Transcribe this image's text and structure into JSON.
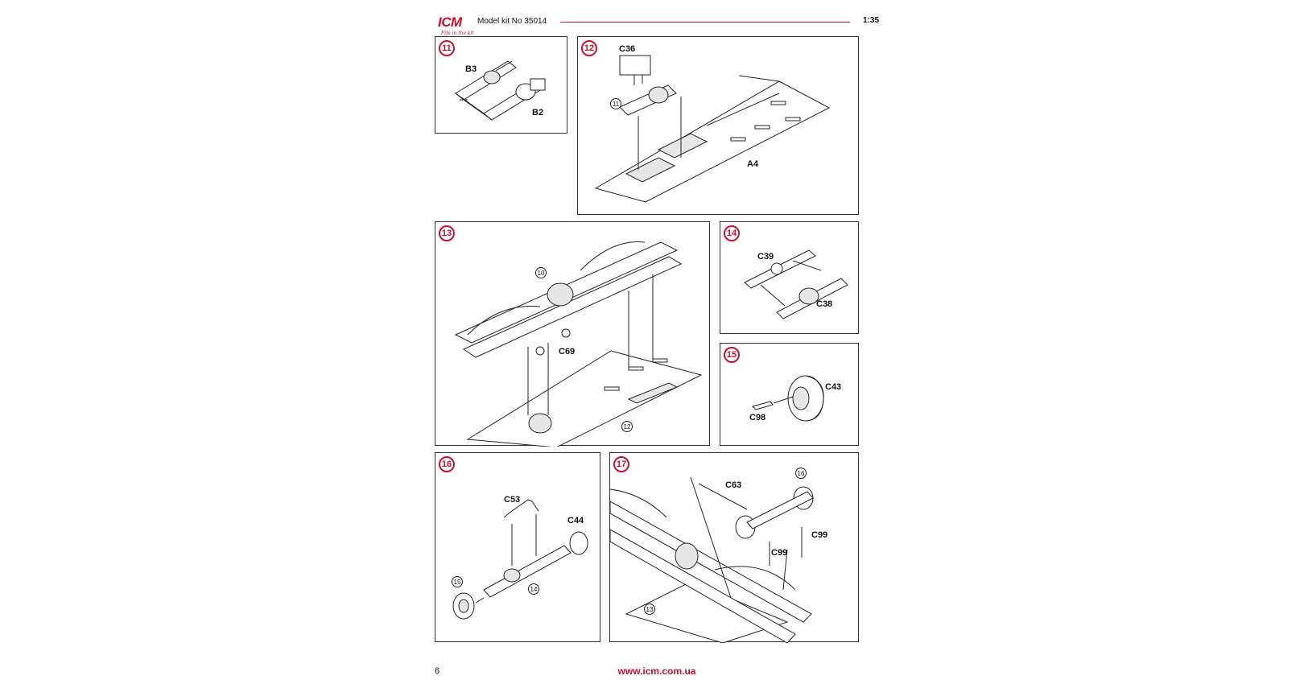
{
  "header": {
    "logo_text": "ICM",
    "logo_tagline": "Fits in the kit",
    "kit_label": "Model kit No 35014",
    "scale": "1:35"
  },
  "steps": [
    {
      "number": "11",
      "parts": [
        "B3",
        "B2"
      ]
    },
    {
      "number": "12",
      "parts": [
        "C36",
        "A4"
      ],
      "refs": [
        "11"
      ]
    },
    {
      "number": "13",
      "parts": [
        "C69"
      ],
      "refs": [
        "10",
        "12"
      ]
    },
    {
      "number": "14",
      "parts": [
        "C39",
        "C38"
      ]
    },
    {
      "number": "15",
      "parts": [
        "C43",
        "C98"
      ]
    },
    {
      "number": "16",
      "parts": [
        "C53",
        "C44"
      ],
      "refs": [
        "15",
        "14"
      ]
    },
    {
      "number": "17",
      "parts": [
        "C63",
        "C99",
        "C99"
      ],
      "refs": [
        "16",
        "13"
      ]
    }
  ],
  "footer": {
    "page_number": "6",
    "url": "www.icm.com.ua"
  },
  "colors": {
    "accent": "#c8102e",
    "line": "#222222"
  }
}
